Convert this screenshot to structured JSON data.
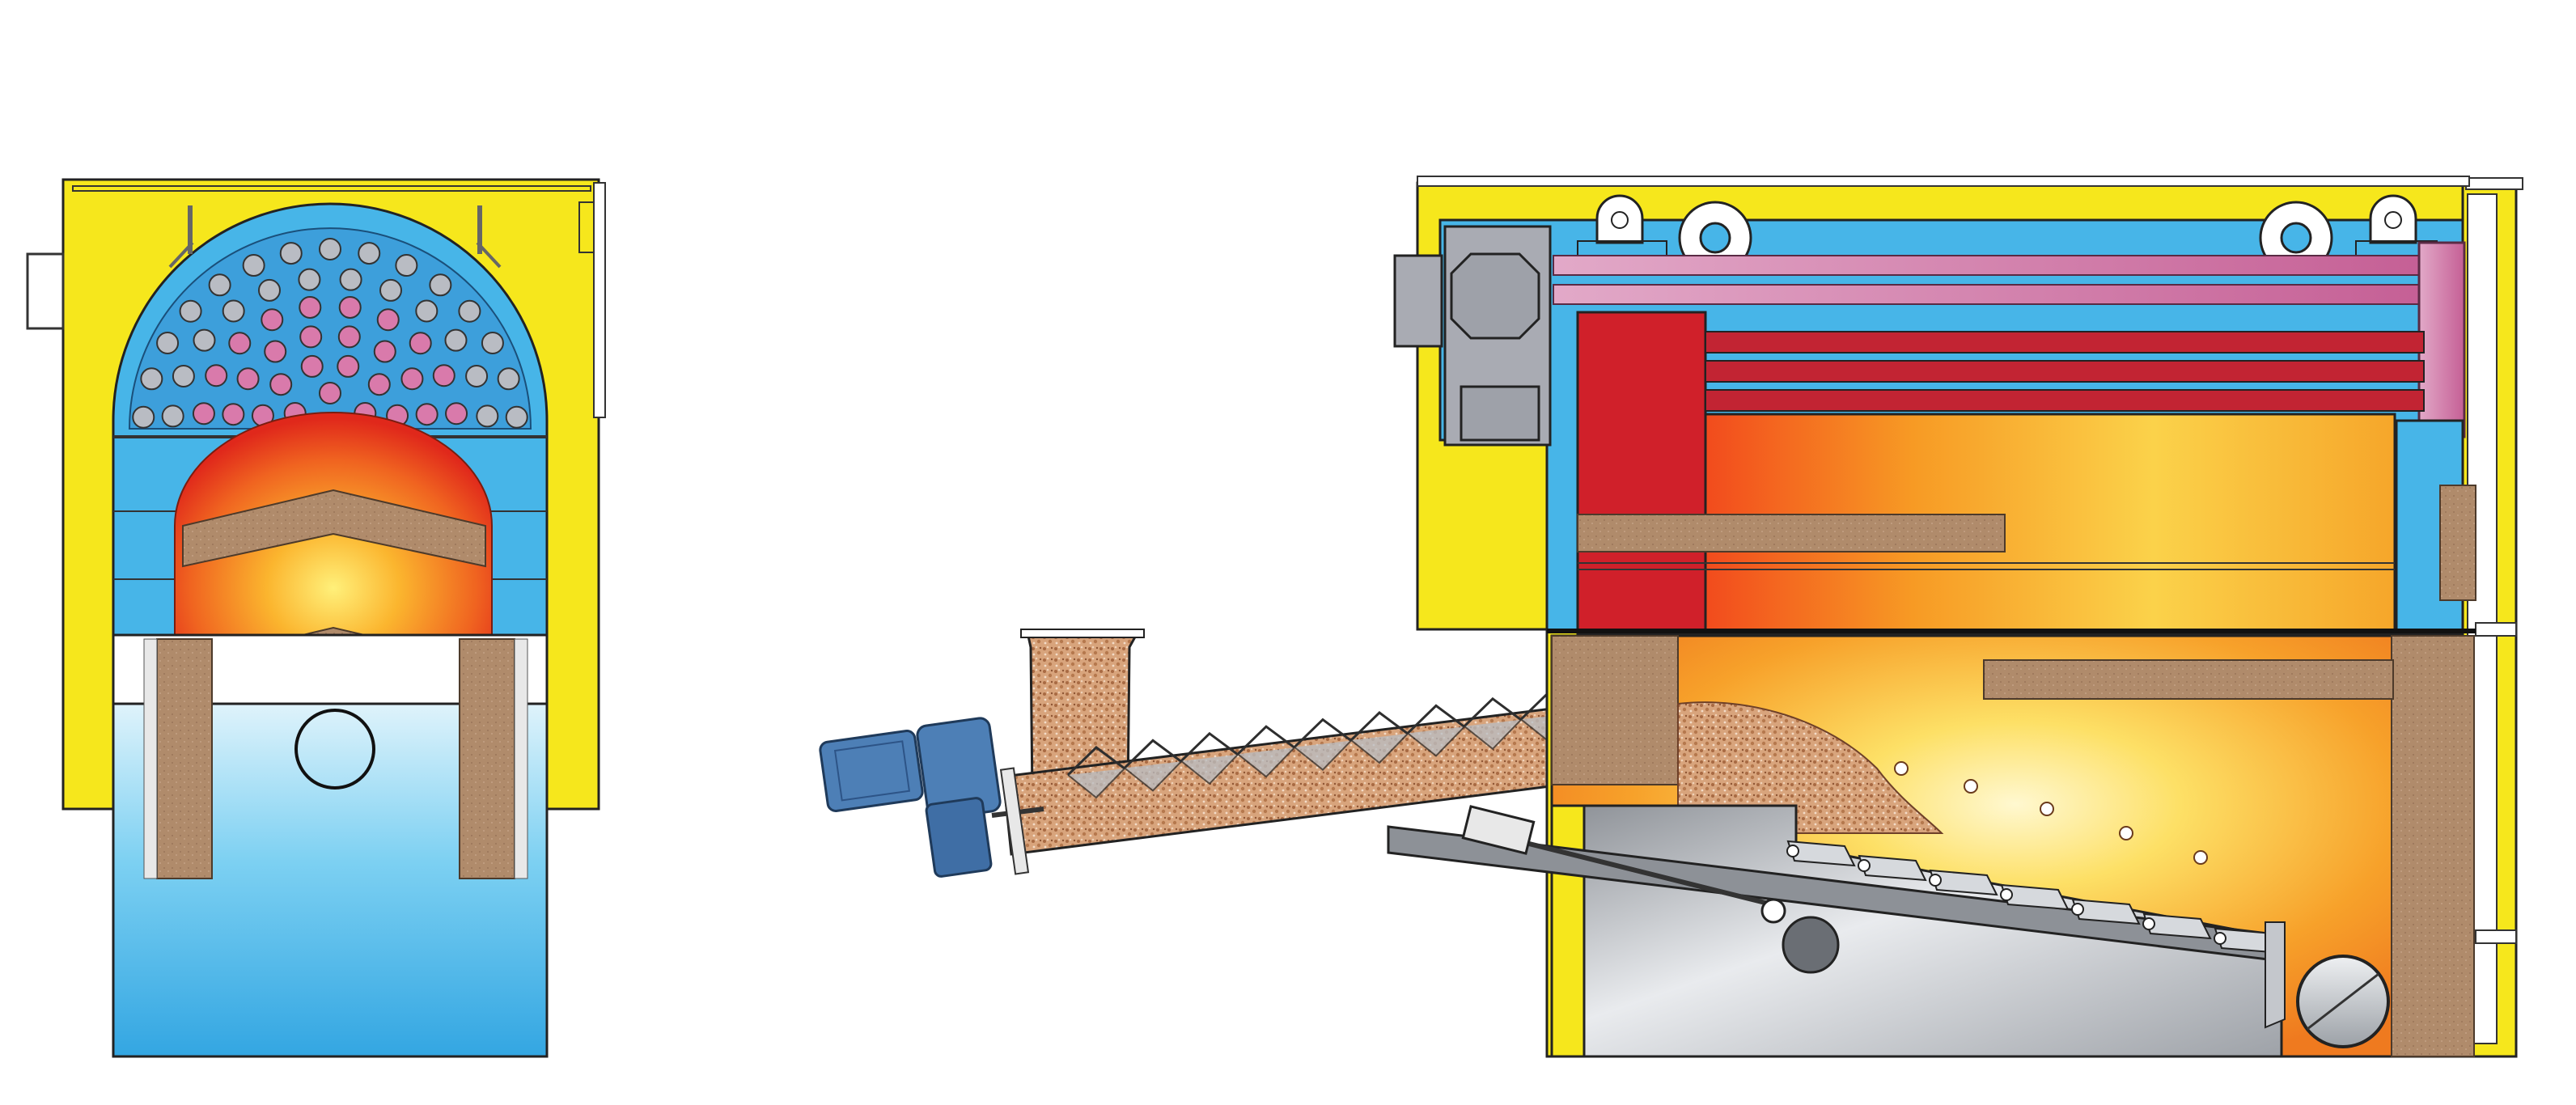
{
  "diagram": {
    "kind": "boiler-cross-section",
    "views": [
      "front-section",
      "side-section"
    ],
    "labels": []
  },
  "colors": {
    "casing": "#f6e71c",
    "water": "#47b5e8",
    "refractory": "#b5906e",
    "flame_hot": "#e5311e",
    "flame_mid": "#f48a1e",
    "flame_light": "#fde45a",
    "smoke_tube": "#cc6f9f",
    "smoke_box": "#a9abb3",
    "fuel": "#c9895d",
    "ash_chamber": "#c4c7cc",
    "motor": "#4d7fb6",
    "hot_tube": "#c22433",
    "outline": "#222222"
  }
}
